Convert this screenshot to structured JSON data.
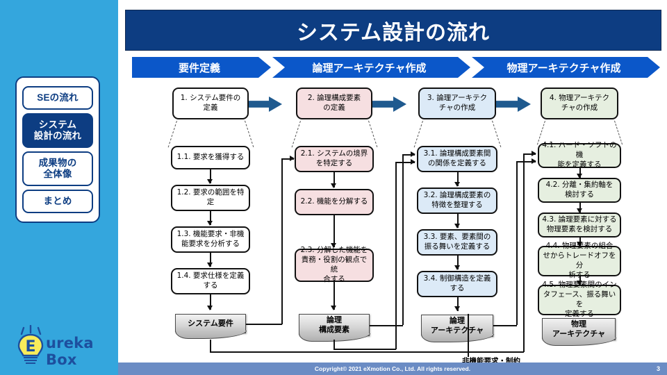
{
  "sidebar": {
    "nav_items": [
      {
        "label": "SEの流れ",
        "active": false
      },
      {
        "label": "システム\n設計の流れ",
        "active": true
      },
      {
        "label": "成果物の\n全体像",
        "active": false
      },
      {
        "label": "まとめ",
        "active": false
      }
    ],
    "logo_text": "ureka Box",
    "logo_letter": "E"
  },
  "slide": {
    "title": "システム設計の流れ",
    "phases": [
      {
        "label": "要件定義"
      },
      {
        "label": "論理アーキテクチャ作成"
      },
      {
        "label": "物理アーキテクチャ作成"
      }
    ],
    "columns": [
      {
        "head": "1. システム要件の\n定義",
        "steps": [
          "1.1. 要求を獲得する",
          "1.2. 要求の範囲を特\n定",
          "1.3. 機能要求・非機\n能要求を分析する",
          "1.4. 要求仕様を定義\nする"
        ],
        "artifact": "システム要件"
      },
      {
        "head": "2. 論理構成要素\nの定義",
        "steps": [
          "2.1. システムの境界\nを特定する",
          "2.2. 機能を分解する",
          "2.3. 分解した機能を\n責務・役割の観点で統\n合する"
        ],
        "artifact": "論理\n構成要素"
      },
      {
        "head": "3. 論理アーキテク\nチャの作成",
        "steps": [
          "3.1. 論理構成要素間\nの関係を定義する",
          "3.2. 論理構成要素の\n特徴を整理する",
          "3.3. 要素、要素間の\n振る舞いを定義する",
          "3.4. 制御構造を定義\nする"
        ],
        "artifact": "論理\nアーキテクチャ"
      },
      {
        "head": "4. 物理アーキテク\nチャの作成",
        "steps": [
          "4.1. ハード・ソフトの機\n能を定義する",
          "4.2. 分離・集約軸を\n検討する",
          "4.3. 論理要素に対する\n物理要素を検討する",
          "4.4. 物理要素の組合\nせからトレードオフを分\n析する",
          "4.5. 物理要素間のイン\nタフェース、振る舞いを\n定義する"
        ],
        "artifact": "物理\nアーキテクチャ"
      }
    ],
    "nfr_label": "非機能要求・制約"
  },
  "footer": {
    "copyright": "Copyright© 2021 eXmotion Co., Ltd. All rights reserved.",
    "page_number": "3"
  },
  "colors": {
    "sidebar_bg": "#34a6dd",
    "brand_navy": "#0d3d82",
    "chevron_blue": "#0b57c9",
    "arrow_blue": "#1f5a8f",
    "col1": "#ffffff",
    "col2": "#f6dfe1",
    "col3": "#dceaf7",
    "col4": "#e6efe0",
    "footer_bg": "#6b8cc4"
  }
}
